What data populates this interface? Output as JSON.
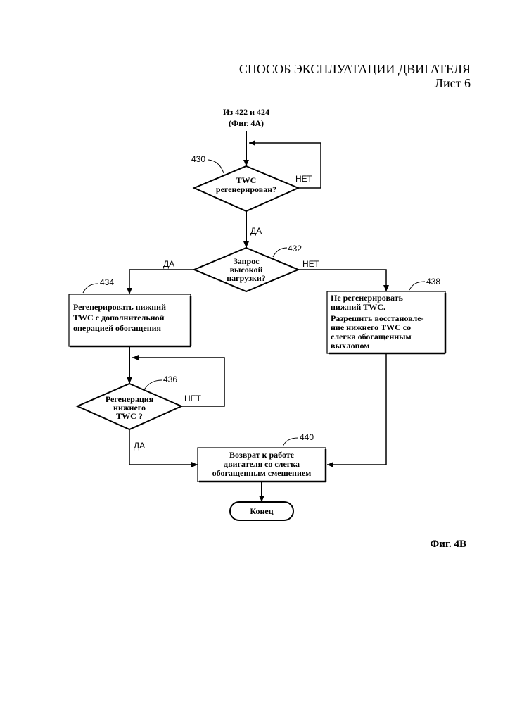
{
  "header": {
    "title": "СПОСОБ ЭКСПЛУАТАЦИИ ДВИГАТЕЛЯ",
    "sheet": "Лист 6"
  },
  "figure_label": "Фиг. 4B",
  "flowchart": {
    "entry": {
      "line1": "Из 422 и 424",
      "line2": "(Фиг. 4А)"
    },
    "d430": {
      "ref": "430",
      "line1": "TWC",
      "line2": "регенерирован?",
      "yes": "ДА",
      "no": "НЕТ"
    },
    "d432": {
      "ref": "432",
      "line1": "Запрос",
      "line2": "высокой",
      "line3": "нагрузки?",
      "yes": "ДА",
      "no": "НЕТ"
    },
    "b434": {
      "ref": "434",
      "line1": "Регенерировать нижний",
      "line2": "TWC с дополнительной",
      "line3": "операцией обогащения"
    },
    "b438": {
      "ref": "438",
      "line1": "Не регенерировать",
      "line2": "нижний TWC.",
      "line3": "Разрешить восстановле-",
      "line4": "ние нижнего TWC со",
      "line5": "слегка обогащенным",
      "line6": "выхлопом"
    },
    "d436": {
      "ref": "436",
      "line1": "Регенерация",
      "line2": "нижнего",
      "line3": "TWC ?",
      "yes": "ДА",
      "no": "НЕТ"
    },
    "b440": {
      "ref": "440",
      "line1": "Возврат к работе",
      "line2": "двигателя со слегка",
      "line3": "обогащенным смешением"
    },
    "end": {
      "label": "Конец"
    }
  }
}
